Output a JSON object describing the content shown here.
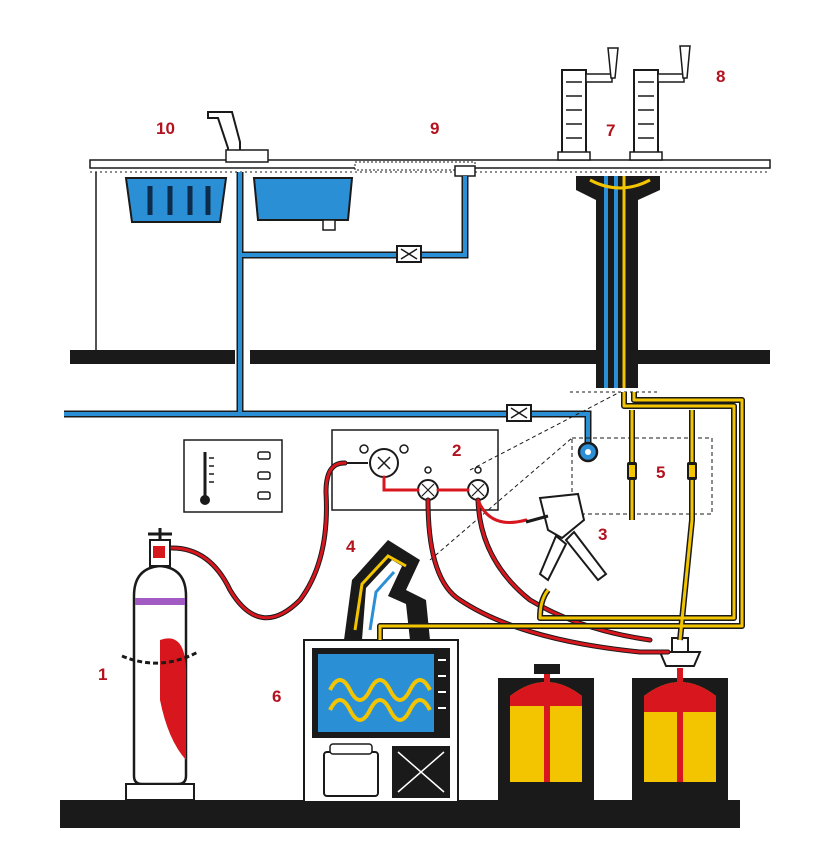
{
  "colors": {
    "line": "#1a1a1a",
    "water": "#2b8fd6",
    "co2": "#d8161e",
    "beer": "#f2c500",
    "label": "#b3121f",
    "cylinder_band": "#a35bc4",
    "floor": "#1a1a1a"
  },
  "labels": {
    "n1": "1",
    "n2": "2",
    "n3": "3",
    "n4": "4",
    "n5": "5",
    "n6": "6",
    "n7": "7",
    "n8": "8",
    "n9": "9",
    "n10": "10"
  }
}
